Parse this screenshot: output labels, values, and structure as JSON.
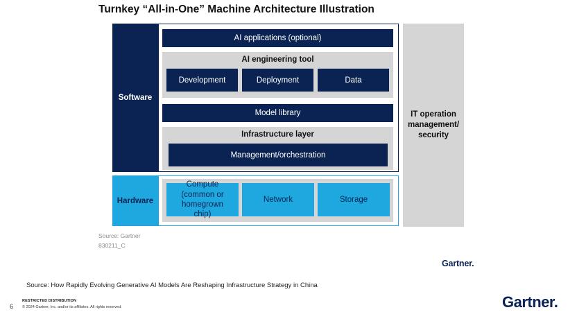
{
  "title": "Turnkey “All-in-One” Machine Architecture Illustration",
  "diagram": {
    "software_label": "Software",
    "hardware_label": "Hardware",
    "ai_applications": "AI applications (optional)",
    "ai_engineering": {
      "title": "AI engineering tool",
      "items": [
        "Development",
        "Deployment",
        "Data"
      ]
    },
    "model_library": "Model library",
    "infrastructure": {
      "title": "Infrastructure layer",
      "item": "Management/orchestration"
    },
    "hardware_items": [
      "Compute (common or homegrown chip)",
      "Network",
      "Storage"
    ],
    "it_operation": "IT operation management/ security"
  },
  "notes": {
    "source": "Source: Gartner",
    "code": "830211_C"
  },
  "footer": {
    "source_line": "Source: How Rapidly Evolving Generative AI Models Are Reshaping Infrastructure Strategy in China",
    "page_number": "6",
    "restricted": "RESTRICTED DISTRIBUTION",
    "copyright": "© 2024 Gartner, Inc. and/or its affiliates. All rights reserved.",
    "logo_small": "Gartner.",
    "logo_big": "Gartner."
  },
  "colors": {
    "navy": "#0a2352",
    "cyan": "#1ea8df",
    "gray": "#d5d5d5"
  }
}
